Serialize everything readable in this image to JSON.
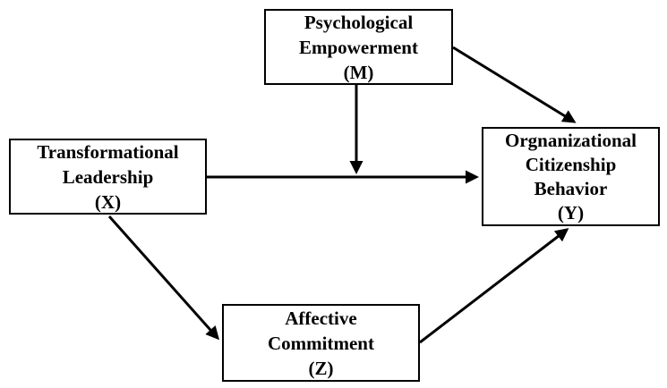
{
  "diagram": {
    "type": "path-model",
    "nodes": {
      "m": {
        "lines": [
          "Psychological",
          "Empowerment",
          "(M)"
        ]
      },
      "x": {
        "lines": [
          "Transformational",
          "Leadership",
          "(X)"
        ]
      },
      "y": {
        "lines": [
          "Orgnanizational",
          "Citizenship",
          "Behavior",
          "(Y)"
        ]
      },
      "z": {
        "lines": [
          "Affective",
          "Commitment",
          "(Z)"
        ]
      }
    },
    "edges": [
      {
        "name": "m-to-y",
        "from": "Psychological Empowerment (M)",
        "to": "Orgnanizational Citizenship Behavior (Y)"
      },
      {
        "name": "m-to-xy-path",
        "from": "Psychological Empowerment (M)",
        "to": "X to Y arrow"
      },
      {
        "name": "x-to-y",
        "from": "Transformational Leadership (X)",
        "to": "Orgnanizational Citizenship Behavior (Y)"
      },
      {
        "name": "x-to-z",
        "from": "Transformational Leadership (X)",
        "to": "Affective Commitment (Z)"
      },
      {
        "name": "z-to-y",
        "from": "Affective Commitment (Z)",
        "to": "Orgnanizational Citizenship Behavior (Y)"
      }
    ],
    "colors": {
      "background": "#ffffff",
      "box_border": "#000000",
      "text": "#000000",
      "arrow": "#000000"
    }
  }
}
